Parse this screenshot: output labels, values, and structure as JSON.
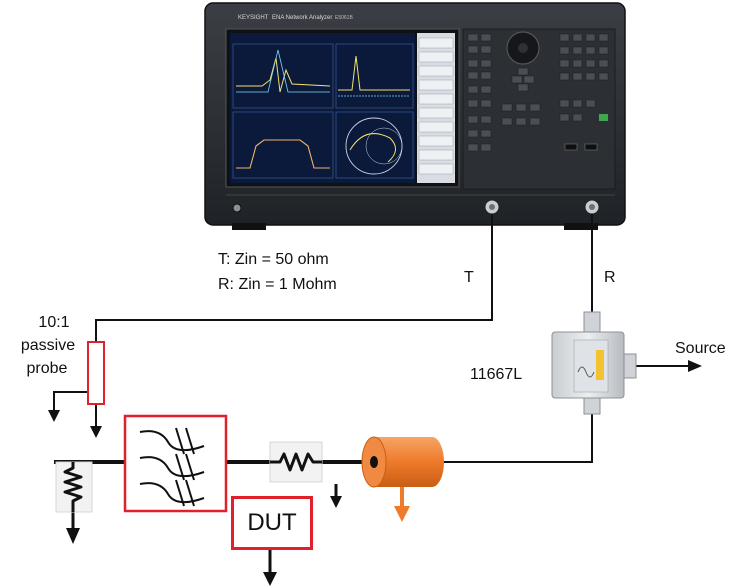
{
  "instrument": {
    "brand": "KEYSIGHT",
    "model": "E5061B",
    "title": "ENA Network Analyzer"
  },
  "labels": {
    "impedance_t": "T: Zin = 50 ohm",
    "impedance_r": "R: Zin = 1 Mohm",
    "port_t": "T",
    "port_r": "R",
    "probe_line1": "10:1",
    "probe_line2": "passive",
    "probe_line3": "probe",
    "splitter_model": "11667L",
    "source": "Source",
    "dut": "DUT"
  },
  "colors": {
    "wire": "#111111",
    "probe_outline": "#e0202a",
    "dut_outline": "#e0202a",
    "coax_body": "#ee7a2a",
    "coax_arrow": "#ee7a2a",
    "vna_body": "#2a2d31",
    "screen_bg": "#0b1a3a"
  }
}
